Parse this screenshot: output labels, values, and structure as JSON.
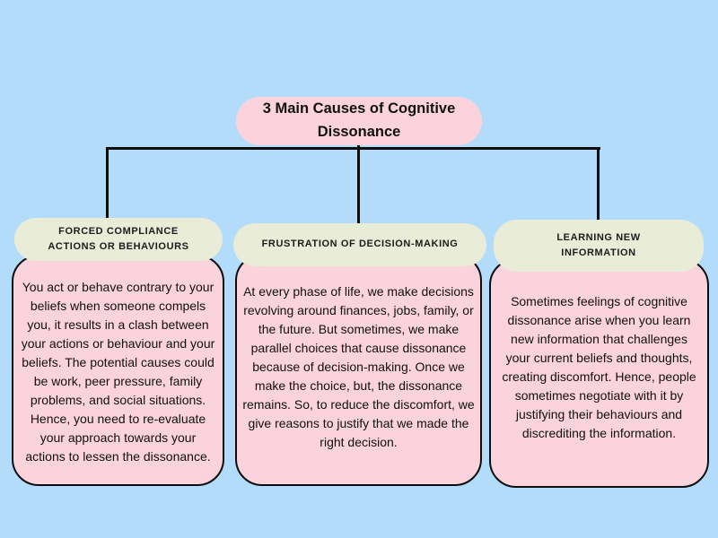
{
  "title": "3 Main Causes of Cognitive Dissonance",
  "colors": {
    "background": "#b3dcfa",
    "pink_box": "#fbd3dd",
    "green_pill": "#e9edd8",
    "line": "#0d0d0d",
    "text": "#111111"
  },
  "columns": [
    {
      "heading": "FORCED COMPLIANCE ACTIONS OR BEHAVIOURS",
      "body": "You act or behave contrary to your beliefs when someone compels you, it results in a clash between your actions or behaviour and your beliefs. The potential causes could be work, peer pressure, family problems, and social situations. Hence, you need to re-evaluate your approach towards your actions to lessen the dissonance."
    },
    {
      "heading": "FRUSTRATION OF DECISION-MAKING",
      "body": "At every phase of life, we make decisions revolving around finances, jobs, family, or the future. But sometimes, we make parallel choices that cause dissonance because of decision-making. Once we make the choice, but, the dissonance remains. So, to reduce the discomfort, we give reasons to justify that we made the right decision."
    },
    {
      "heading": "LEARNING NEW INFORMATION",
      "body": "Sometimes feelings of cognitive dissonance arise when you learn new information that challenges your current beliefs and thoughts, creating discomfort. Hence, people sometimes negotiate with it by justifying their behaviours and discrediting the information."
    }
  ]
}
